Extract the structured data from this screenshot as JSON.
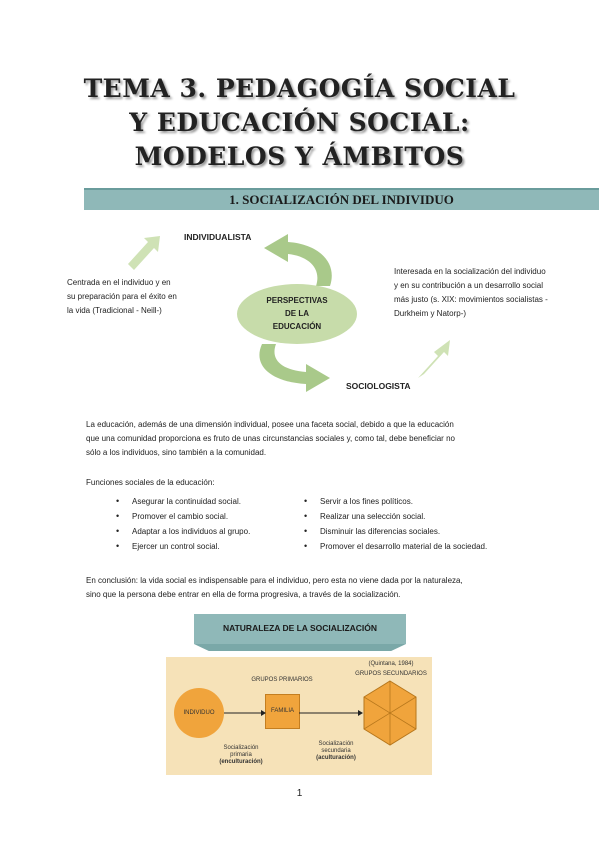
{
  "title": {
    "line1": "TEMA 3. PEDAGOGÍA SOCIAL",
    "line2": "Y EDUCACIÓN SOCIAL:",
    "line3": "MODELOS Y ÁMBITOS"
  },
  "section1": {
    "heading": "1. SOCIALIZACIÓN DEL INDIVIDUO"
  },
  "diagram": {
    "individualista": "INDIVIDUALISTA",
    "sociologista": "SOCIOLOGISTA",
    "center_line1": "PERSPECTIVAS",
    "center_line2": "DE LA",
    "center_line3": "EDUCACIÓN",
    "left_line1": "Centrada en el individuo y en",
    "left_line2": "su preparación para el éxito en",
    "left_line3": "la vida (Tradicional - Neill-)",
    "right_line1": "Interesada en la socialización del individuo",
    "right_line2": "y en su contribución a un desarrollo social",
    "right_line3": "más justo (s. XIX: movimientos socialistas -",
    "right_line4": "Durkheim y Natorp-)"
  },
  "paragraph1": {
    "line1": "La educación, además de una dimensión individual, posee una faceta social, debido a que la educación",
    "line2": "que una comunidad proporciona es fruto de unas circunstancias sociales y, como tal, debe beneficiar no",
    "line3": "sólo a los individuos, sino también a la comunidad."
  },
  "functions": {
    "heading": "Funciones sociales de la educación:",
    "left": [
      "Asegurar la continuidad social.",
      "Promover el cambio social.",
      "Adaptar a los individuos al grupo.",
      "Ejercer un control social."
    ],
    "right": [
      "Servir a los fines políticos.",
      "Realizar una selección social.",
      "Disminuir las diferencias sociales.",
      "Promover el desarrollo material de la sociedad."
    ]
  },
  "conclusion": {
    "line1": "En conclusión: la vida social es indispensable para el individuo, pero esta no viene dada por la naturaleza,",
    "line2": "sino que la persona debe entrar en ella de forma progresiva, a través de la socialización."
  },
  "nature": {
    "heading": "NATURALEZA DE LA SOCIALIZACIÓN"
  },
  "figure": {
    "source": "(Quintana, 1984)",
    "grupos_primarios": "GRUPOS PRIMARIOS",
    "grupos_secundarios": "GRUPOS SECUNDARIOS",
    "individuo": "INDIVIDUO",
    "familia": "FAMILIA",
    "soc_primaria_1": "Socialización",
    "soc_primaria_2": "primaria",
    "soc_primaria_3": "(enculturación)",
    "soc_secundaria_1": "Socialización",
    "soc_secundaria_2": "secundaria",
    "soc_secundaria_3": "(aculturación)"
  },
  "page_number": "1"
}
